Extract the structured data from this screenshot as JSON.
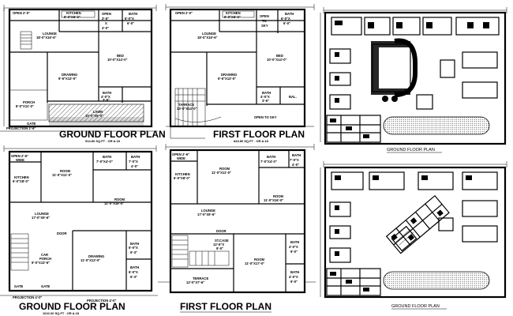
{
  "plans": {
    "p1": {
      "title": "GROUND FLOOR PLAN",
      "area": "514.80 SQ.FT . OR A.18",
      "rooms": {
        "open": "OPEN 2'-0\"",
        "kitchen": "KITCHEN",
        "kitchen_dim": "9'-0\"X6'-0\"",
        "open2": "OPEN",
        "open2_dim": "3'-6\"",
        "open2_x": "X",
        "open2_dim2": "4'-0\"",
        "bath": "BATH",
        "bath_dim": "6'-0\"X",
        "bath_dim2": "6'-0\"",
        "lounge": "LOUNGE",
        "lounge_dim": "18'-0\"X16'-6\"",
        "bed": "BED",
        "bed_dim": "10'-0\"X14'-0\"",
        "drawing": "DRAWING",
        "drawing_dim": "9'-6\"X13'-0\"",
        "bath2": "BATH",
        "bath2_dim": "4'-0\"X",
        "bath2_dim2": "3'-6\"",
        "porch": "PORCH",
        "porch_dim": "8'-0\"X11'-0\"",
        "lawn": "LAWN",
        "lawn_dim": "10'-0\"X5'-0\"",
        "gate": "GATE",
        "projection": "PROJECTION 2'-6\""
      }
    },
    "p2": {
      "title": "FIRST  FLOOR PLAN",
      "area": "843.80 SQ.FT . OR A.18",
      "rooms": {
        "open": "OPEN 2'-0\"",
        "kitchen": "KITCHEN",
        "kitchen_dim": "9'-0\"X6'-0\"",
        "open2": "OPEN",
        "open2_b": "TO",
        "open2_c": "SKY",
        "bath": "BATH",
        "bath_dim": "6'-0\"X",
        "bath_dim2": "6'-0\"",
        "lounge": "LOUNGE",
        "lounge_dim": "18'-0\"X16'-6\"",
        "bed": "BED",
        "bed_dim": "10'-0\"X14'-0\"",
        "drawing": "DRAWING",
        "drawing_dim": "9'-6\"X13'-0\"",
        "bath2": "BATH",
        "bath2_dim": "4'-0\"X",
        "bath2_dim2": "3'-6\"",
        "bal": "BAL.",
        "terrace": "TARRACE",
        "terrace_dim": "13'-0\"X14'-0\"",
        "open_sky": "OPEN TO SKY"
      }
    },
    "p3": {
      "title": "GROUND FLOOR PLAN",
      "area": "1022.00 SQ.FT . OR A.18",
      "rooms": {
        "open": "OPEN 2'-6\"",
        "open_b": "WIDE",
        "room": "ROOM",
        "room_dim": "11'-0\"X11'-0\"",
        "bath": "BATH",
        "bath_dim": "7'-0\"X4'-0\"",
        "bath2": "BATH",
        "bath2_dim": "7'-0\"X",
        "bath2_dim2": "4'-0\"",
        "kitchen": "KITCHEN",
        "kitchen_dim": "6'-0\"X8'-0\"",
        "room2": "ROOM",
        "room2_dim": "11'-0\"X16'-0\"",
        "lounge": "LOUNGE",
        "lounge_dim": "17'-0\"X9'-6\"",
        "door": "DOOR",
        "car": "CAR",
        "car_b": "PORCH",
        "car_dim": "9'-0\"X13'-6\"",
        "drawing": "DRAWING",
        "drawing_dim": "11'-0\"X13'-0\"",
        "bath3": "BATH",
        "bath3_dim": "6'-0\"X",
        "bath3_dim2": "6'-3\"",
        "bath4": "BATH",
        "bath4_dim": "6'-0\"X",
        "bath4_dim2": "6'-3\"",
        "gate": "GATE",
        "gate2": "GATE",
        "projection": "PROJECTION  4'-0\"",
        "projection2": "PROJECTION  4'-0\""
      }
    },
    "p4": {
      "title": "FIRST  FLOOR PLAN",
      "rooms": {
        "open": "OPEN 2'-6\"",
        "open_b": "WIDE",
        "room": "ROOM",
        "room_dim": "11'-0\"X11'-0\"",
        "bath": "BATH",
        "bath_dim": "7'-0\"X4'-0\"",
        "bath2": "BATH",
        "bath2_dim": "7'-0\"X",
        "bath2_dim2": "4'-0\"",
        "kitchen": "KITCHEN",
        "kitchen_dim": "6'-0\"X8'-0\"",
        "room2": "ROOM",
        "room2_dim": "11'-0\"X16'-0\"",
        "lounge": "LOUNGE",
        "lounge_dim": "17'-0\"X9'-6\"",
        "door": "DOOR",
        "stcase": "ST.CASE",
        "stcase_dim": "12'-6\"X",
        "stcase_dim2": "9'-0\"",
        "room3": "ROOM",
        "room3_dim": "11'-0\"X17'-0\"",
        "bath3": "BATH",
        "bath3_dim": "4'-0\"X",
        "bath3_dim2": "9'-0\"",
        "bath4": "BATH",
        "bath4_dim": "4'-0\"X",
        "bath4_dim2": "9'-0\"",
        "terrace": "TERRACE",
        "terrace_dim": "12'-0\"X7'-6\""
      }
    },
    "p5": {
      "title": "GROUND FLOOR PLAN"
    },
    "p6": {
      "title": "GROUND FLOOR PLAN"
    }
  }
}
